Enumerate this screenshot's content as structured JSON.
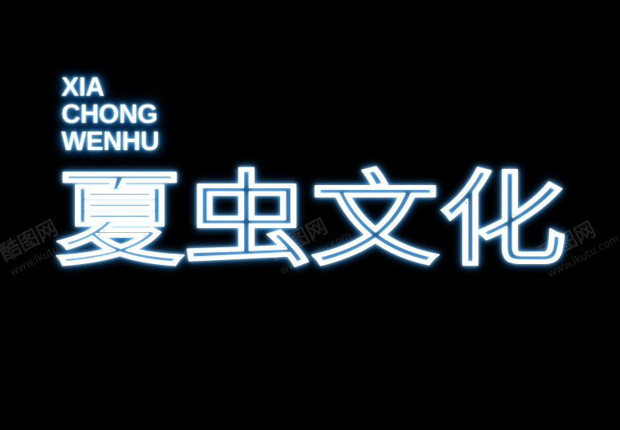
{
  "artwork": {
    "pinyin_lines": [
      "XIA",
      "CHONG",
      "WENHU"
    ],
    "hanzi_title": "夏虫文化",
    "background_color": "#000000",
    "glow_color": "#2a8ee8",
    "stroke_color": "#ffffff"
  },
  "watermark": {
    "brand": "酷图网",
    "url": "www.ikutu.com"
  }
}
